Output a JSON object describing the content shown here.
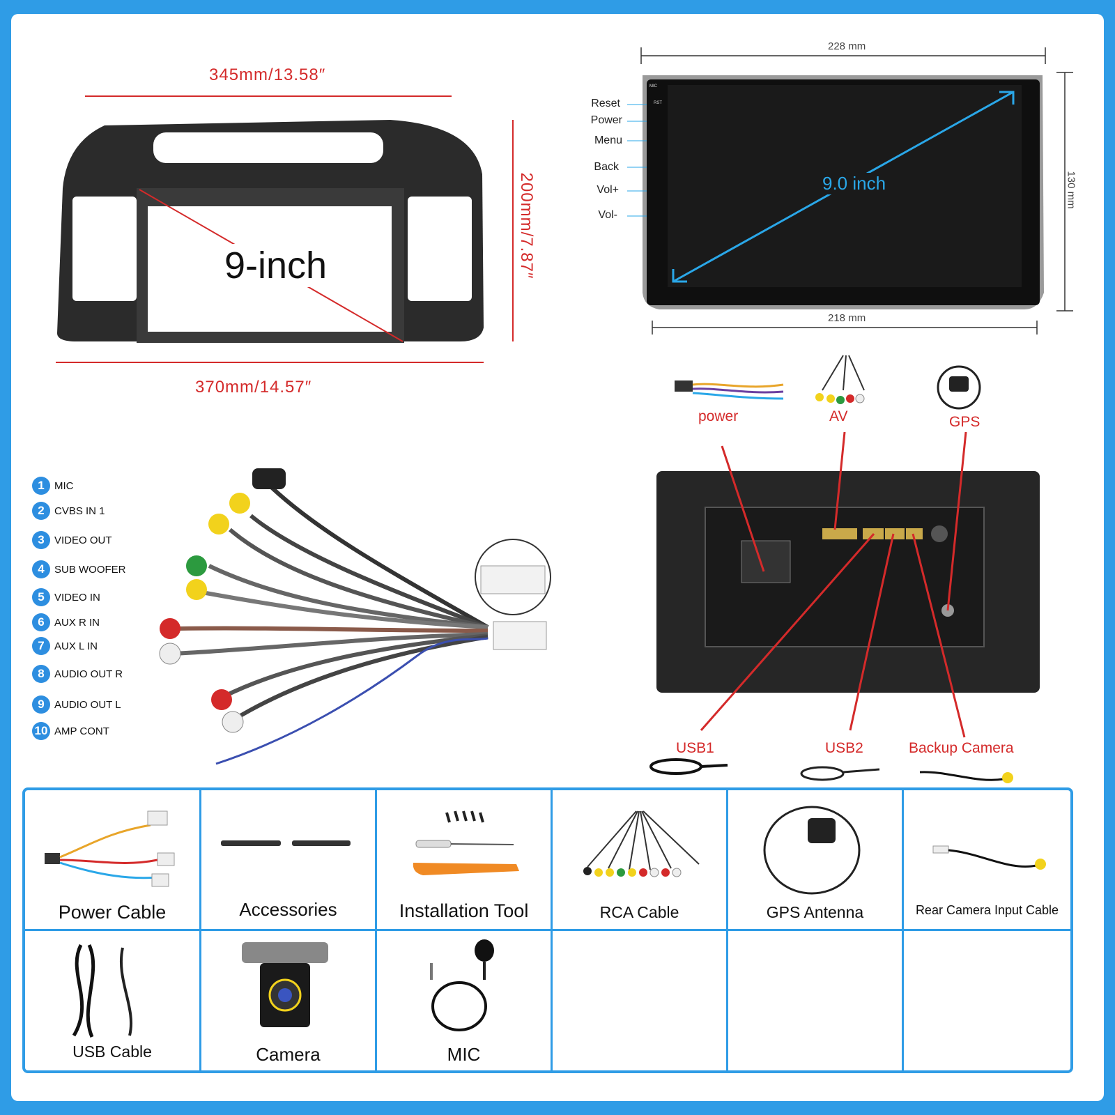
{
  "frame": {
    "top_width": "345mm/13.58″",
    "bottom_width": "370mm/14.57″",
    "height": "200mm/7.87″",
    "diagonal": "9-inch"
  },
  "screen": {
    "top_width": "228 mm",
    "bottom_width": "218 mm",
    "height": "130 mm",
    "diagonal": "9.0 inch",
    "side_tiny_labels": [
      "MIC",
      "RST"
    ],
    "controls": [
      "Reset",
      "Power",
      "Menu",
      "Back",
      "Vol+",
      "Vol-"
    ]
  },
  "connectors_top": [
    "power",
    "AV",
    "GPS"
  ],
  "connectors_bottom": [
    "USB1",
    "USB2",
    "Backup Camera"
  ],
  "rca_legend": [
    {
      "num": "1",
      "label": "MIC"
    },
    {
      "num": "2",
      "label": "CVBS IN 1"
    },
    {
      "num": "3",
      "label": "VIDEO OUT"
    },
    {
      "num": "4",
      "label": "SUB WOOFER"
    },
    {
      "num": "5",
      "label": "VIDEO IN"
    },
    {
      "num": "6",
      "label": "AUX R IN"
    },
    {
      "num": "7",
      "label": "AUX L IN"
    },
    {
      "num": "8",
      "label": "AUDIO OUT R"
    },
    {
      "num": "9",
      "label": "AUDIO OUT L"
    },
    {
      "num": "10",
      "label": "AMP CONT"
    }
  ],
  "package_items": [
    "Power Cable",
    "Accessories",
    "Installation Tool",
    "RCA Cable",
    "GPS Antenna",
    "Rear Camera Input Cable",
    "USB Cable",
    "Camera",
    "MIC"
  ],
  "colors": {
    "accent_blue": "#2f9ce6",
    "dimension_red": "#d42a2a",
    "screen_arrow": "#2aa7e8"
  }
}
